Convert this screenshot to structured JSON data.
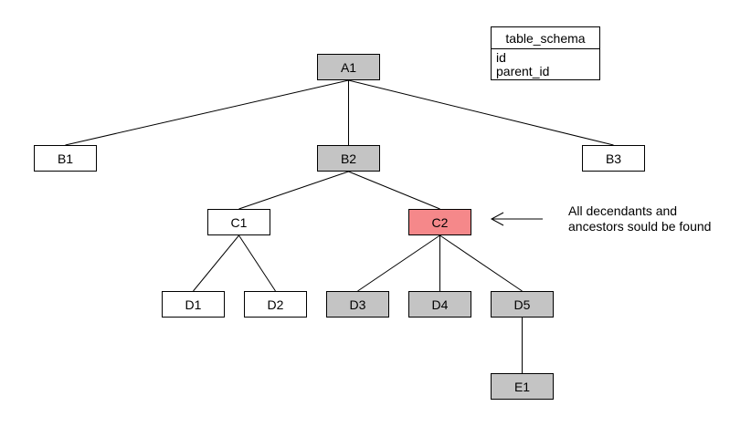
{
  "nodes": {
    "A1": {
      "label": "A1",
      "role": "ancestor"
    },
    "B1": {
      "label": "B1",
      "role": "none"
    },
    "B2": {
      "label": "B2",
      "role": "ancestor"
    },
    "B3": {
      "label": "B3",
      "role": "none"
    },
    "C1": {
      "label": "C1",
      "role": "none"
    },
    "C2": {
      "label": "C2",
      "role": "target"
    },
    "D1": {
      "label": "D1",
      "role": "none"
    },
    "D2": {
      "label": "D2",
      "role": "none"
    },
    "D3": {
      "label": "D3",
      "role": "descendant"
    },
    "D4": {
      "label": "D4",
      "role": "descendant"
    },
    "D5": {
      "label": "D5",
      "role": "descendant"
    },
    "E1": {
      "label": "E1",
      "role": "descendant"
    }
  },
  "edges": [
    [
      "A1",
      "B1"
    ],
    [
      "A1",
      "B2"
    ],
    [
      "A1",
      "B3"
    ],
    [
      "B2",
      "C1"
    ],
    [
      "B2",
      "C2"
    ],
    [
      "C1",
      "D1"
    ],
    [
      "C1",
      "D2"
    ],
    [
      "C2",
      "D3"
    ],
    [
      "C2",
      "D4"
    ],
    [
      "C2",
      "D5"
    ],
    [
      "D5",
      "E1"
    ]
  ],
  "schema": {
    "title": "table_schema",
    "fields": [
      "id",
      "parent_id"
    ]
  },
  "annotation": {
    "line1": "All decendants and",
    "line2": "ancestors sould be found"
  },
  "colors": {
    "highlight_gray": "#c4c4c4",
    "target_red": "#f5888a",
    "default_white": "#ffffff"
  }
}
